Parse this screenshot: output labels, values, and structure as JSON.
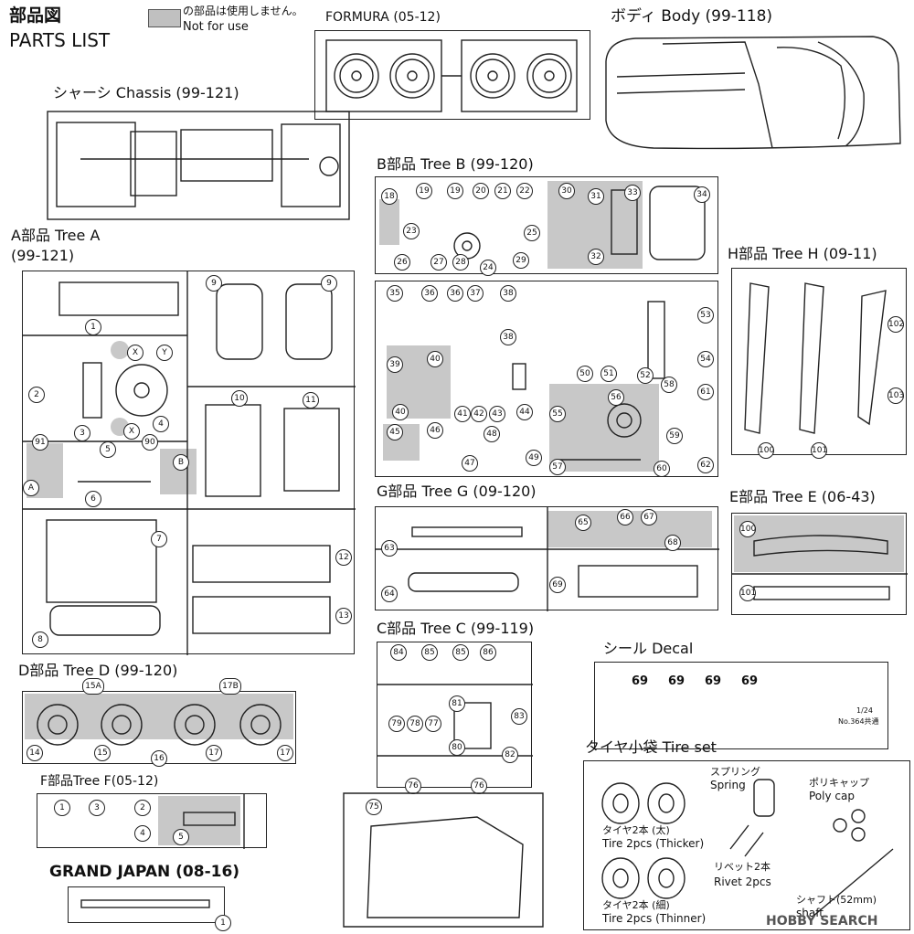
{
  "header": {
    "title_jp": "部品図",
    "title_en": "PARTS LIST",
    "legend_text": "の部品は使用しません。",
    "legend_text2": "Not for use"
  },
  "sections": {
    "formura": "FORMURA (05-12)",
    "body": "ボディ Body (99-118)",
    "chassis": "シャーシ Chassis (99-121)",
    "tree_b": "B部品 Tree B (99-120)",
    "tree_a1": "A部品 Tree A",
    "tree_a2": "(99-121)",
    "tree_h": "H部品 Tree H (09-11)",
    "tree_g": "G部品 Tree G (09-120)",
    "tree_e": "E部品 Tree E (06-43)",
    "tree_c": "C部品 Tree C (99-119)",
    "decal": "シール Decal",
    "tree_d": "D部品 Tree D (99-120)",
    "tree_f": "F部品Tree F(05-12)",
    "tire_set": "タイヤ小袋 Tire set",
    "grand_japan": "GRAND JAPAN (08-16)"
  },
  "tire_set": {
    "spring_jp": "スプリング",
    "spring_en": "Spring",
    "polycap_jp": "ポリキャップ",
    "polycap_en": "Poly cap",
    "tire_thick_jp": "タイヤ2本 (太)",
    "tire_thick_en": "Tire 2pcs (Thicker)",
    "rivet_jp": "リベット2本",
    "rivet_en": "Rivet 2pcs",
    "tire_thin_jp": "タイヤ2本 (細)",
    "tire_thin_en": "Tire 2pcs (Thinner)",
    "shaft_jp": "シャフト(52mm)",
    "shaft_en": "shaft"
  },
  "decal": {
    "plate": "69",
    "model_line1": "1/24",
    "model_line2": "No.364共通"
  },
  "watermark": "HOBBY SEARCH",
  "part_numbers": {
    "a": [
      "1",
      "2",
      "3",
      "4",
      "5",
      "6",
      "7",
      "8",
      "9",
      "9",
      "10",
      "11",
      "12",
      "13",
      "X",
      "X",
      "Y",
      "91",
      "90",
      "A",
      "B"
    ],
    "b": [
      "18",
      "19",
      "19",
      "20",
      "21",
      "22",
      "23",
      "24",
      "25",
      "26",
      "27",
      "28",
      "29",
      "30",
      "31",
      "32",
      "33",
      "34",
      "35",
      "36",
      "36",
      "37",
      "38",
      "38",
      "39",
      "40",
      "40",
      "41",
      "42",
      "43",
      "44",
      "45",
      "46",
      "47",
      "48",
      "49",
      "50",
      "51",
      "52",
      "53",
      "54",
      "55",
      "56",
      "57",
      "58",
      "59",
      "60",
      "61",
      "62"
    ],
    "h": [
      "100",
      "101",
      "102",
      "103"
    ],
    "g": [
      "63",
      "64",
      "65",
      "66",
      "67",
      "68",
      "69"
    ],
    "e": [
      "100",
      "101"
    ],
    "c": [
      "75",
      "76",
      "76",
      "77",
      "78",
      "79",
      "80",
      "81",
      "82",
      "83",
      "84",
      "85",
      "85",
      "86"
    ],
    "d": [
      "14",
      "15",
      "15A",
      "16",
      "17",
      "17",
      "17B"
    ],
    "f": [
      "1",
      "2",
      "3",
      "4",
      "5"
    ],
    "gj": [
      "1"
    ]
  }
}
